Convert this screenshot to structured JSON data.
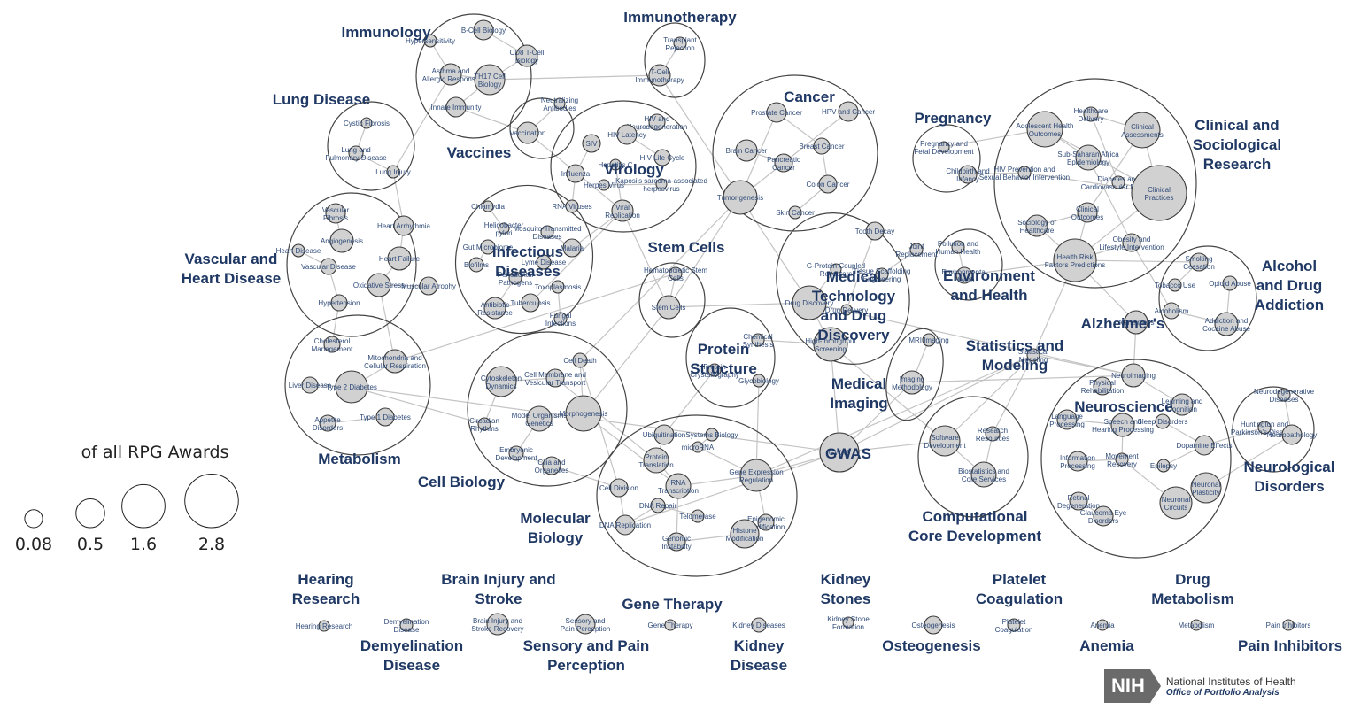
{
  "legend": {
    "title": "of all RPG Awards",
    "items": [
      {
        "label": "0.08",
        "value": 0.08
      },
      {
        "label": "0.5",
        "value": 0.5
      },
      {
        "label": "1.6",
        "value": 1.6
      },
      {
        "label": "2.8",
        "value": 2.8
      }
    ]
  },
  "logo": {
    "mark": "NIH",
    "name": "National Institutes of Health",
    "office": "Office of Portfolio Analysis"
  },
  "clusters": [
    {
      "id": "immunology",
      "label": "Immunology"
    },
    {
      "id": "immunotherapy",
      "label": "Immunotherapy"
    },
    {
      "id": "lung",
      "label": "Lung Disease"
    },
    {
      "id": "vaccines",
      "label": "Vaccines"
    },
    {
      "id": "virology",
      "label": "Virology"
    },
    {
      "id": "cancer",
      "label": "Cancer"
    },
    {
      "id": "pregnancy",
      "label": "Pregnancy"
    },
    {
      "id": "clinical",
      "label": "Clinical and Sociological Research"
    },
    {
      "id": "vascular",
      "label": "Vascular and Heart Disease"
    },
    {
      "id": "infectious",
      "label": "Infectious Diseases"
    },
    {
      "id": "stemcells",
      "label": "Stem Cells"
    },
    {
      "id": "medtech",
      "label": "Medical Technology and Drug Discovery"
    },
    {
      "id": "environment",
      "label": "Environment and Health"
    },
    {
      "id": "alcohol",
      "label": "Alcohol and Drug Addiction"
    },
    {
      "id": "alzheimers",
      "label": "Alzheimer's"
    },
    {
      "id": "metabolism",
      "label": "Metabolism"
    },
    {
      "id": "protein",
      "label": "Protein Structure"
    },
    {
      "id": "medimaging",
      "label": "Medical Imaging"
    },
    {
      "id": "statistics",
      "label": "Statistics and Modeling"
    },
    {
      "id": "neuroscience",
      "label": "Neuroscience"
    },
    {
      "id": "neurological",
      "label": "Neurological Disorders"
    },
    {
      "id": "gwas",
      "label": "GWAS"
    },
    {
      "id": "cellbio",
      "label": "Cell Biology"
    },
    {
      "id": "molbio",
      "label": "Molecular Biology"
    },
    {
      "id": "computational",
      "label": "Computational Core Development"
    },
    {
      "id": "hearing",
      "label": "Hearing Research"
    },
    {
      "id": "demyelination",
      "label": "Demyelination Disease"
    },
    {
      "id": "braininjury",
      "label": "Brain Injury and Stroke"
    },
    {
      "id": "sensory",
      "label": "Sensory and Pain Perception"
    },
    {
      "id": "genetherapy",
      "label": "Gene Therapy"
    },
    {
      "id": "kidneydisease",
      "label": "Kidney Disease"
    },
    {
      "id": "kidneystones",
      "label": "Kidney Stones"
    },
    {
      "id": "osteogenesis",
      "label": "Osteogenesis"
    },
    {
      "id": "platelet",
      "label": "Platelet Coagulation"
    },
    {
      "id": "anemia",
      "label": "Anemia"
    },
    {
      "id": "drugmetabolism",
      "label": "Drug Metabolism"
    },
    {
      "id": "paininhibitors",
      "label": "Pain Inhibitors"
    }
  ],
  "nodes": [
    {
      "id": "n1",
      "label": "B-Cell Biology",
      "cluster": "immunology"
    },
    {
      "id": "n2",
      "label": "Hypersensitivity",
      "cluster": "immunology"
    },
    {
      "id": "n3",
      "label": "CD8 T-Cell Biology",
      "cluster": "immunology"
    },
    {
      "id": "n4",
      "label": "Asthma and Allergic Response",
      "cluster": "immunology"
    },
    {
      "id": "n5",
      "label": "TH17 Cell Biology",
      "cluster": "immunology"
    },
    {
      "id": "n6",
      "label": "Innate Immunity",
      "cluster": "immunology"
    },
    {
      "id": "n7",
      "label": "Transplant Rejection",
      "cluster": "immunotherapy"
    },
    {
      "id": "n8",
      "label": "T-Cell Immunotherapy",
      "cluster": "immunotherapy"
    },
    {
      "id": "n9",
      "label": "Cystic Fibrosis",
      "cluster": "lung"
    },
    {
      "id": "n10",
      "label": "Lung and Pulmonary Disease",
      "cluster": "lung"
    },
    {
      "id": "n11",
      "label": "Lung Injury",
      "cluster": "lung"
    },
    {
      "id": "n12",
      "label": "Neutralizing Antibodies",
      "cluster": "vaccines"
    },
    {
      "id": "n13",
      "label": "Vaccination",
      "cluster": "vaccines"
    },
    {
      "id": "n14",
      "label": "HIV and Neurodegeneration",
      "cluster": "virology"
    },
    {
      "id": "n15",
      "label": "HIV Latency",
      "cluster": "virology"
    },
    {
      "id": "n16",
      "label": "SIV",
      "cluster": "virology"
    },
    {
      "id": "n17",
      "label": "HIV Life Cycle",
      "cluster": "virology"
    },
    {
      "id": "n18",
      "label": "Influenza",
      "cluster": "virology"
    },
    {
      "id": "n19",
      "label": "Hepatitis C",
      "cluster": "virology"
    },
    {
      "id": "n20",
      "label": "Herpes Virus",
      "cluster": "virology"
    },
    {
      "id": "n21",
      "label": "Kaposi's sarcoma-associated herpesvirus",
      "cluster": "virology"
    },
    {
      "id": "n22",
      "label": "RNA Viruses",
      "cluster": "virology"
    },
    {
      "id": "n23",
      "label": "Viral Replication",
      "cluster": "virology"
    },
    {
      "id": "n24",
      "label": "Prostate Cancer",
      "cluster": "cancer"
    },
    {
      "id": "n25",
      "label": "HPV and Cancer",
      "cluster": "cancer"
    },
    {
      "id": "n26",
      "label": "Breast Cancer",
      "cluster": "cancer"
    },
    {
      "id": "n27",
      "label": "Brain Cancer",
      "cluster": "cancer"
    },
    {
      "id": "n28",
      "label": "Pancreatic Cancer",
      "cluster": "cancer"
    },
    {
      "id": "n29",
      "label": "Colon Cancer",
      "cluster": "cancer"
    },
    {
      "id": "n30",
      "label": "Tumorigenesis",
      "cluster": "cancer"
    },
    {
      "id": "n31",
      "label": "Skin Cancer",
      "cluster": "cancer"
    },
    {
      "id": "n32",
      "label": "Pregnancy and Fetal Development",
      "cluster": "pregnancy"
    },
    {
      "id": "n33",
      "label": "Childbirth and Infancy",
      "cluster": "pregnancy"
    },
    {
      "id": "n34",
      "label": "Healthcare Delivery",
      "cluster": "clinical"
    },
    {
      "id": "n35",
      "label": "Adolescent Health Outcomes",
      "cluster": "clinical"
    },
    {
      "id": "n36",
      "label": "Clinical Assessments",
      "cluster": "clinical"
    },
    {
      "id": "n37",
      "label": "HIV Prevention and Sexual Behavior Intervention",
      "cluster": "clinical"
    },
    {
      "id": "n38",
      "label": "Sub-Saharan Africa Epidemiology",
      "cluster": "clinical"
    },
    {
      "id": "n39",
      "label": "Diabetes and Cardiovascular Disease",
      "cluster": "clinical"
    },
    {
      "id": "n40",
      "label": "Clinical Practices",
      "cluster": "clinical"
    },
    {
      "id": "n41",
      "label": "Clinical Outcomes",
      "cluster": "clinical"
    },
    {
      "id": "n42",
      "label": "Sociology of Healthcare",
      "cluster": "clinical"
    },
    {
      "id": "n43",
      "label": "Obesity and Lifestyle Intervention",
      "cluster": "clinical"
    },
    {
      "id": "n44",
      "label": "Health Risk Factors Predictions",
      "cluster": "clinical"
    },
    {
      "id": "n45",
      "label": "Vascular Fibrosis",
      "cluster": "vascular"
    },
    {
      "id": "n46",
      "label": "Heart Arrhythmia",
      "cluster": "vascular"
    },
    {
      "id": "n47",
      "label": "Angiogenesis",
      "cluster": "vascular"
    },
    {
      "id": "n48",
      "label": "Heart Disease",
      "cluster": "vascular"
    },
    {
      "id": "n49",
      "label": "Heart Failure",
      "cluster": "vascular"
    },
    {
      "id": "n50",
      "label": "Vascular Disease",
      "cluster": "vascular"
    },
    {
      "id": "n51",
      "label": "Oxidative Stress",
      "cluster": "vascular"
    },
    {
      "id": "n52",
      "label": "Muscular Atrophy",
      "cluster": "vascular"
    },
    {
      "id": "n53",
      "label": "Hypertension",
      "cluster": "vascular"
    },
    {
      "id": "n54",
      "label": "Chlamydia",
      "cluster": "infectious"
    },
    {
      "id": "n55",
      "label": "Helicobacter pylori",
      "cluster": "infectious"
    },
    {
      "id": "n56",
      "label": "Mosquito-Transmitted Diseases",
      "cluster": "infectious"
    },
    {
      "id": "n57",
      "label": "Gut Microbiome",
      "cluster": "infectious"
    },
    {
      "id": "n58",
      "label": "Malaria",
      "cluster": "infectious"
    },
    {
      "id": "n59",
      "label": "Lyme Disease",
      "cluster": "infectious"
    },
    {
      "id": "n60",
      "label": "Biofilms",
      "cluster": "infectious"
    },
    {
      "id": "n61",
      "label": "Periodontal Pathogens",
      "cluster": "infectious"
    },
    {
      "id": "n62",
      "label": "Toxoplasmosis",
      "cluster": "infectious"
    },
    {
      "id": "n63",
      "label": "Antibiotic Resistance",
      "cluster": "infectious"
    },
    {
      "id": "n64",
      "label": "Tuberculosis",
      "cluster": "infectious"
    },
    {
      "id": "n65",
      "label": "Fungal Infections",
      "cluster": "infectious"
    },
    {
      "id": "n66",
      "label": "Hematopoietic Stem Cells",
      "cluster": "stemcells"
    },
    {
      "id": "n67",
      "label": "Stem Cells",
      "cluster": "stemcells"
    },
    {
      "id": "n68",
      "label": "Tooth Decay",
      "cluster": "medtech"
    },
    {
      "id": "n69",
      "label": "Joint Replacement",
      "cluster": "medtech"
    },
    {
      "id": "n70",
      "label": "G-Protein Coupled Receptors",
      "cluster": "medtech"
    },
    {
      "id": "n71",
      "label": "Tissue Scaffolding Engineering",
      "cluster": "medtech"
    },
    {
      "id": "n72",
      "label": "Drug Discovery",
      "cluster": "medtech"
    },
    {
      "id": "n73",
      "label": "Drug Delivery",
      "cluster": "medtech"
    },
    {
      "id": "n74",
      "label": "High-throughput Screening",
      "cluster": "medtech"
    },
    {
      "id": "n75",
      "label": "Pollution and Human Health",
      "cluster": "environment"
    },
    {
      "id": "n76",
      "label": "Environmental Health",
      "cluster": "environment"
    },
    {
      "id": "n77",
      "label": "Smoking Cessation",
      "cluster": "alcohol"
    },
    {
      "id": "n78",
      "label": "Tobacco Use",
      "cluster": "alcohol"
    },
    {
      "id": "n79",
      "label": "Opioid Abuse",
      "cluster": "alcohol"
    },
    {
      "id": "n80",
      "label": "Alcoholism",
      "cluster": "alcohol"
    },
    {
      "id": "n81",
      "label": "Addiction and Cocaine Abuse",
      "cluster": "alcohol"
    },
    {
      "id": "n82",
      "label": "Alzheimer's",
      "cluster": "alzheimers"
    },
    {
      "id": "n83",
      "label": "Cholesterol Management",
      "cluster": "metabolism"
    },
    {
      "id": "n84",
      "label": "Mitochondria and Cellular Respiration",
      "cluster": "metabolism"
    },
    {
      "id": "n85",
      "label": "Liver Disease",
      "cluster": "metabolism"
    },
    {
      "id": "n86",
      "label": "Type 2 Diabetes",
      "cluster": "metabolism"
    },
    {
      "id": "n87",
      "label": "Type 1 Diabetes",
      "cluster": "metabolism"
    },
    {
      "id": "n88",
      "label": "Appetite Disorders",
      "cluster": "metabolism"
    },
    {
      "id": "n89",
      "label": "Chemical Synthesis",
      "cluster": "protein"
    },
    {
      "id": "n90",
      "label": "Protein Crystallography",
      "cluster": "protein"
    },
    {
      "id": "n91",
      "label": "Glycobiology",
      "cluster": "protein"
    },
    {
      "id": "n92",
      "label": "MRI Imaging",
      "cluster": "medimaging"
    },
    {
      "id": "n93",
      "label": "Imaging Methodology",
      "cluster": "medimaging"
    },
    {
      "id": "n94",
      "label": "Statistical Modeling",
      "cluster": "statistics"
    },
    {
      "id": "n95",
      "label": "Physical Rehabilitation",
      "cluster": "neuroscience"
    },
    {
      "id": "n96",
      "label": "Neuroimaging",
      "cluster": "neuroscience"
    },
    {
      "id": "n97",
      "label": "Learning and Cognition",
      "cluster": "neuroscience"
    },
    {
      "id": "n98",
      "label": "Language Processing",
      "cluster": "neuroscience"
    },
    {
      "id": "n99",
      "label": "Speech and Hearing Processing",
      "cluster": "neuroscience"
    },
    {
      "id": "n100",
      "label": "Sleep Disorders",
      "cluster": "neuroscience"
    },
    {
      "id": "n101",
      "label": "Dopamine Effects",
      "cluster": "neuroscience"
    },
    {
      "id": "n102",
      "label": "Information Processing",
      "cluster": "neuroscience"
    },
    {
      "id": "n103",
      "label": "Movement Recovery",
      "cluster": "neuroscience"
    },
    {
      "id": "n104",
      "label": "Epilepsy",
      "cluster": "neuroscience"
    },
    {
      "id": "n105",
      "label": "Retinal Degeneration",
      "cluster": "neuroscience"
    },
    {
      "id": "n106",
      "label": "Neuronal Plasticity",
      "cluster": "neuroscience"
    },
    {
      "id": "n107",
      "label": "Glaucoma Eye Disorders",
      "cluster": "neuroscience"
    },
    {
      "id": "n108",
      "label": "Neuronal Circuits",
      "cluster": "neuroscience"
    },
    {
      "id": "n109",
      "label": "Neurodegenerative Diseases",
      "cluster": "neurological"
    },
    {
      "id": "n110",
      "label": "Huntington and Parkinson's Diseases",
      "cluster": "neurological"
    },
    {
      "id": "n111",
      "label": "Neuropathology",
      "cluster": "neurological"
    },
    {
      "id": "n112",
      "label": "Cell Death",
      "cluster": "cellbio"
    },
    {
      "id": "n113",
      "label": "Cytoskeleton Dynamics",
      "cluster": "cellbio"
    },
    {
      "id": "n114",
      "label": "Cell Membrane and Vesicular Transport",
      "cluster": "cellbio"
    },
    {
      "id": "n115",
      "label": "Model Organisms Genetics",
      "cluster": "cellbio"
    },
    {
      "id": "n116",
      "label": "Morphogenesis",
      "cluster": "cellbio"
    },
    {
      "id": "n117",
      "label": "Circadian Rhythms",
      "cluster": "cellbio"
    },
    {
      "id": "n118",
      "label": "Embryonic Development",
      "cluster": "cellbio"
    },
    {
      "id": "n119",
      "label": "Cilia and Organelles",
      "cluster": "cellbio"
    },
    {
      "id": "n120",
      "label": "Ubiquitination",
      "cluster": "molbio"
    },
    {
      "id": "n121",
      "label": "Systems Biology",
      "cluster": "molbio"
    },
    {
      "id": "n122",
      "label": "microRNA",
      "cluster": "molbio"
    },
    {
      "id": "n123",
      "label": "Protein Translation",
      "cluster": "molbio"
    },
    {
      "id": "n124",
      "label": "Gene Expression Regulation",
      "cluster": "molbio"
    },
    {
      "id": "n125",
      "label": "Cell Division",
      "cluster": "molbio"
    },
    {
      "id": "n126",
      "label": "RNA Transcription",
      "cluster": "molbio"
    },
    {
      "id": "n127",
      "label": "DNA Repair",
      "cluster": "molbio"
    },
    {
      "id": "n128",
      "label": "Telomerase",
      "cluster": "molbio"
    },
    {
      "id": "n129",
      "label": "Epigenomic Modification",
      "cluster": "molbio"
    },
    {
      "id": "n130",
      "label": "DNA Replication",
      "cluster": "molbio"
    },
    {
      "id": "n131",
      "label": "Genomic Instability",
      "cluster": "molbio"
    },
    {
      "id": "n132",
      "label": "Histone Modification",
      "cluster": "molbio"
    },
    {
      "id": "n133",
      "label": "GWAS",
      "cluster": "gwas"
    },
    {
      "id": "n134",
      "label": "Research Resources",
      "cluster": "computational"
    },
    {
      "id": "n135",
      "label": "Software Development",
      "cluster": "computational"
    },
    {
      "id": "n136",
      "label": "Biostatistics and Core Services",
      "cluster": "computational"
    },
    {
      "id": "n137",
      "label": "Hearing Research",
      "cluster": "hearing"
    },
    {
      "id": "n138",
      "label": "Demyelination Disease",
      "cluster": "demyelination"
    },
    {
      "id": "n139",
      "label": "Brain Injury and Stroke Recovery",
      "cluster": "braininjury"
    },
    {
      "id": "n140",
      "label": "Sensory and Pain Perception",
      "cluster": "sensory"
    },
    {
      "id": "n141",
      "label": "Gene Therapy",
      "cluster": "genetherapy"
    },
    {
      "id": "n142",
      "label": "Kidney Diseases",
      "cluster": "kidneydisease"
    },
    {
      "id": "n143",
      "label": "Kidney Stone Formation",
      "cluster": "kidneystones"
    },
    {
      "id": "n144",
      "label": "Osteogenesis",
      "cluster": "osteogenesis"
    },
    {
      "id": "n145",
      "label": "Platelet Coagulation",
      "cluster": "platelet"
    },
    {
      "id": "n146",
      "label": "Anemia",
      "cluster": "anemia"
    },
    {
      "id": "n147",
      "label": "Metabolism",
      "cluster": "drugmetabolism"
    },
    {
      "id": "n148",
      "label": "Pain Inhibitors",
      "cluster": "paininhibitors"
    }
  ]
}
